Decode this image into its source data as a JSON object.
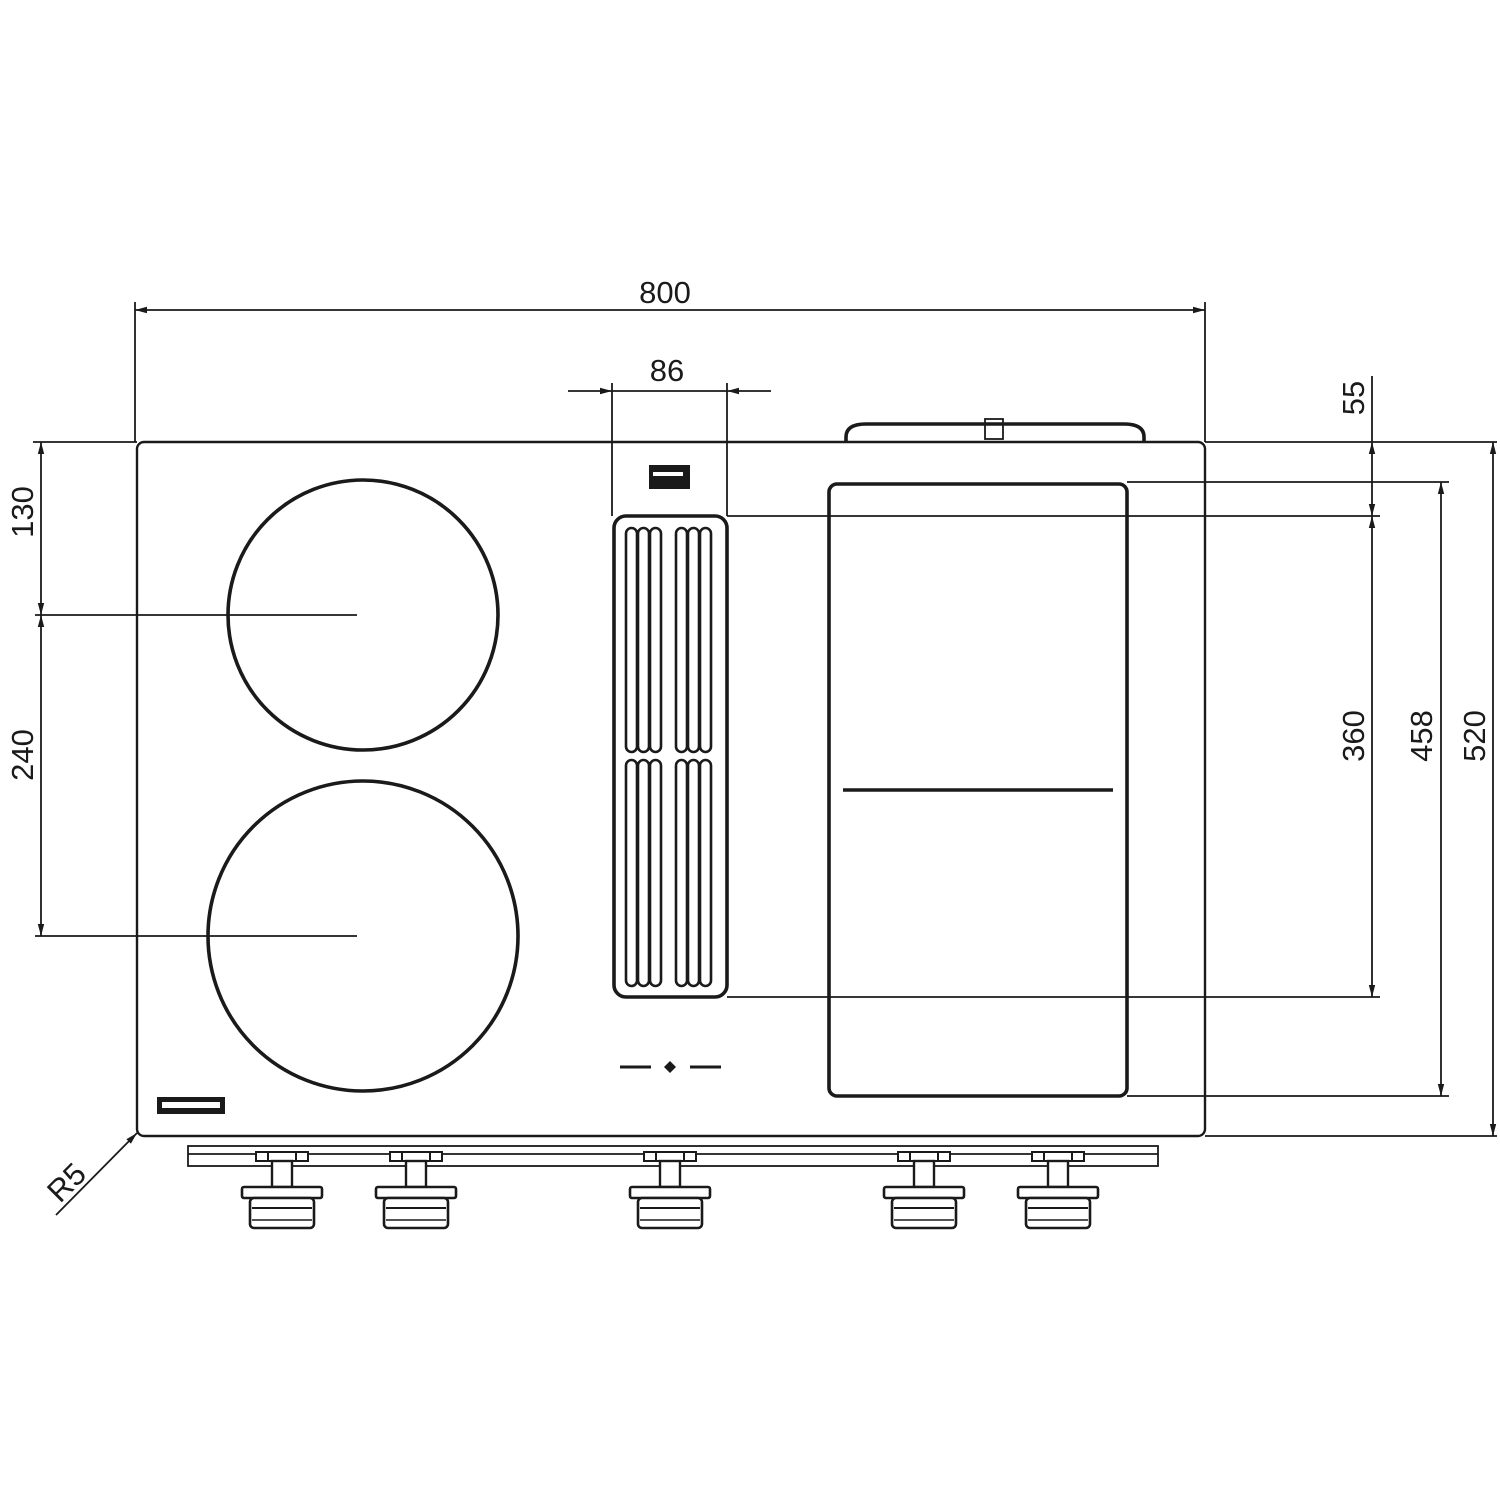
{
  "dimensions": {
    "overall_width": "800",
    "vent_width": "86",
    "top_offset": "55",
    "first_zone_offset": "130",
    "zone_spacing": "240",
    "vent_length": "360",
    "teppan_length": "458",
    "overall_depth": "520",
    "corner_radius": "R5"
  },
  "knob_count": 5
}
